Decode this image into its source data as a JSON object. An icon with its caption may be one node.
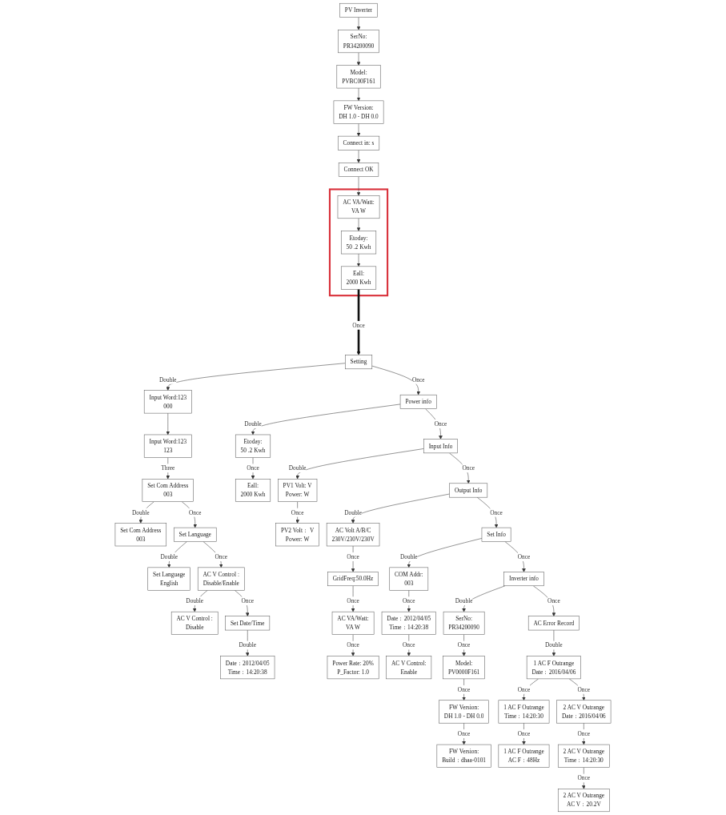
{
  "diagram": {
    "nodes": [
      {
        "text": [
          "PV Inverter"
        ]
      },
      {
        "text": [
          "SerNo:",
          "PR34200090"
        ]
      },
      {
        "text": [
          "Model:",
          "PVBC00F161"
        ]
      },
      {
        "text": [
          "FW Version:",
          "DH 1.0 - DH 0.0"
        ]
      },
      {
        "text": [
          "Connect in:  s"
        ]
      },
      {
        "text": [
          "Connect OK"
        ]
      },
      {
        "text": [],
        "shape": "box"
      },
      {
        "text": [
          "AC VA/Watt:",
          "VA   W"
        ],
        "in": 6
      },
      {
        "text": [
          "Etoday:",
          "50 .2 Kwh"
        ],
        "in": 6
      },
      {
        "text": [
          "Eall:",
          "2000 Kwh"
        ],
        "in": 6
      },
      {
        "text": [
          "Setting"
        ]
      },
      {
        "text": [
          "Input Word:123",
          "000"
        ]
      },
      {
        "text": [
          "Input Word:123",
          "123"
        ]
      },
      {
        "text": [
          "Set Com Address",
          "003"
        ]
      },
      {
        "text": [
          "Set Com Address",
          "003"
        ]
      },
      {
        "text": [
          "Set Language"
        ]
      },
      {
        "text": [
          "Set Language",
          "English"
        ]
      },
      {
        "text": [
          "AC V Control :",
          "Disable/Enable"
        ]
      },
      {
        "text": [
          "AC V Control :",
          "Disable"
        ]
      },
      {
        "text": [
          "Set Date/Time"
        ]
      },
      {
        "text": [
          "Date：2012/04/05",
          "Time：14:20:38"
        ]
      },
      {
        "text": [
          "Power info"
        ]
      },
      {
        "text": [
          "Etoday:",
          "50 .2 Kwh"
        ]
      },
      {
        "text": [
          "Eall:",
          "2000 Kwh"
        ]
      },
      {
        "text": [
          "Input Info"
        ]
      },
      {
        "text": [
          "PV1 Volt:    V",
          "Power:    W"
        ]
      },
      {
        "text": [
          "PV2 Volt：   V",
          "Power:    W"
        ]
      },
      {
        "text": [
          "Output Info"
        ]
      },
      {
        "text": [
          "AC Volt A/B/C",
          "230V/230V/230V"
        ]
      },
      {
        "text": [
          "GridFreq:50.0Hz"
        ]
      },
      {
        "text": [
          "AC VA/Watt:",
          "VA   W"
        ]
      },
      {
        "text": [
          "Power Rate: 20%",
          "P_Factor:   1.0"
        ]
      },
      {
        "text": [
          "Set Info"
        ]
      },
      {
        "text": [
          "COM Addr:",
          "003"
        ]
      },
      {
        "text": [
          "Date：2012/04/05",
          "Time：14:20:38"
        ]
      },
      {
        "text": [
          "AC V Control:",
          "Enable"
        ]
      },
      {
        "text": [
          "Inverter info"
        ]
      },
      {
        "text": [
          "SerNo:",
          "PR34200090"
        ]
      },
      {
        "text": [
          "Model:",
          "PV0000F161"
        ]
      },
      {
        "text": [
          "FW Version:",
          "DH 1.0 - DH 0.0"
        ]
      },
      {
        "text": [
          "FW Version:",
          "Build：dhaa-0101"
        ]
      },
      {
        "text": [
          "AC Error Record"
        ]
      },
      {
        "text": [
          "1 AC F Outrange",
          "Date：2016/04/06"
        ]
      },
      {
        "text": [
          "1 AC F Outrange",
          "Time：14:20:30"
        ]
      },
      {
        "text": [
          "1 AC F Outrange",
          "AC F：48Hz"
        ]
      },
      {
        "text": [
          "2 AC V Outrange",
          "Date：2016/04/06"
        ]
      },
      {
        "text": [
          "2 AC V Outrange",
          "Time：14:20:30"
        ]
      },
      {
        "text": [
          "2 AC V Outrange",
          "AC V：20.2V"
        ]
      }
    ],
    "edges": [
      {
        "from": 0,
        "to": 1,
        "arrow": "to"
      },
      {
        "from": 1,
        "to": 2,
        "arrow": "to"
      },
      {
        "from": 2,
        "to": 3,
        "arrow": "to"
      },
      {
        "from": 3,
        "to": 4,
        "arrow": "to"
      },
      {
        "from": 4,
        "to": 5,
        "arrow": "to"
      },
      {
        "from": 5,
        "to": 7,
        "arrow": "to"
      },
      {
        "from": 7,
        "to": 8,
        "arrow": "to"
      },
      {
        "from": 8,
        "to": 9,
        "arrow": "to"
      },
      {
        "from": 9,
        "to": 10,
        "arrow": "to",
        "label": "Once",
        "style": "thick"
      },
      {
        "from": 10,
        "to": 11,
        "arrow": "to",
        "label": "Double"
      },
      {
        "from": 11,
        "to": 12,
        "arrow": "to"
      },
      {
        "from": 12,
        "to": 13,
        "arrow": "to",
        "label": "Three"
      },
      {
        "from": 13,
        "to": 14,
        "arrow": "to",
        "label": "Double"
      },
      {
        "from": 13,
        "to": 15,
        "arrow": "to",
        "label": "Once"
      },
      {
        "from": 15,
        "to": 16,
        "arrow": "to",
        "label": "Double"
      },
      {
        "from": 15,
        "to": 17,
        "arrow": "to",
        "label": "Once"
      },
      {
        "from": 17,
        "to": 18,
        "arrow": "to",
        "label": "Double"
      },
      {
        "from": 17,
        "to": 19,
        "arrow": "to",
        "label": "Once"
      },
      {
        "from": 19,
        "to": 20,
        "arrow": "to",
        "label": "Double"
      },
      {
        "from": 10,
        "to": 21,
        "arrow": "to",
        "label": "Once"
      },
      {
        "from": 21,
        "to": 22,
        "arrow": "to",
        "label": "Double"
      },
      {
        "from": 22,
        "to": 23,
        "arrow": "to",
        "label": "Once"
      },
      {
        "from": 21,
        "to": 24,
        "arrow": "to",
        "label": "Once"
      },
      {
        "from": 24,
        "to": 25,
        "arrow": "to",
        "label": "Double"
      },
      {
        "from": 25,
        "to": 26,
        "arrow": "to",
        "label": "Once"
      },
      {
        "from": 24,
        "to": 27,
        "arrow": "to",
        "label": "Once"
      },
      {
        "from": 27,
        "to": 28,
        "arrow": "to",
        "label": "Double"
      },
      {
        "from": 28,
        "to": 29,
        "arrow": "to",
        "label": "Once"
      },
      {
        "from": 29,
        "to": 30,
        "arrow": "to",
        "label": "Once"
      },
      {
        "from": 30,
        "to": 31,
        "arrow": "to",
        "label": "Once"
      },
      {
        "from": 27,
        "to": 32,
        "arrow": "to",
        "label": "Once"
      },
      {
        "from": 32,
        "to": 33,
        "arrow": "to",
        "label": "Double"
      },
      {
        "from": 33,
        "to": 34,
        "arrow": "to",
        "label": "Once"
      },
      {
        "from": 34,
        "to": 35,
        "arrow": "to",
        "label": "Once"
      },
      {
        "from": 32,
        "to": 36,
        "arrow": "to",
        "label": "Once"
      },
      {
        "from": 36,
        "to": 37,
        "arrow": "to",
        "label": "Double"
      },
      {
        "from": 37,
        "to": 38,
        "arrow": "to",
        "label": "Once"
      },
      {
        "from": 38,
        "to": 39,
        "arrow": "to",
        "label": "Once"
      },
      {
        "from": 39,
        "to": 40,
        "arrow": "to",
        "label": "Once"
      },
      {
        "from": 36,
        "to": 41,
        "arrow": "to",
        "label": "Once"
      },
      {
        "from": 41,
        "to": 42,
        "arrow": "to",
        "label": "Double"
      },
      {
        "from": 42,
        "to": 43,
        "arrow": "to",
        "label": "Once"
      },
      {
        "from": 43,
        "to": 44,
        "arrow": "to",
        "label": "Once"
      },
      {
        "from": 42,
        "to": 45,
        "arrow": "to",
        "label": "Once"
      },
      {
        "from": 45,
        "to": 46,
        "arrow": "to",
        "label": "Once"
      },
      {
        "from": 46,
        "to": 47,
        "arrow": "to",
        "label": "Once"
      }
    ]
  }
}
